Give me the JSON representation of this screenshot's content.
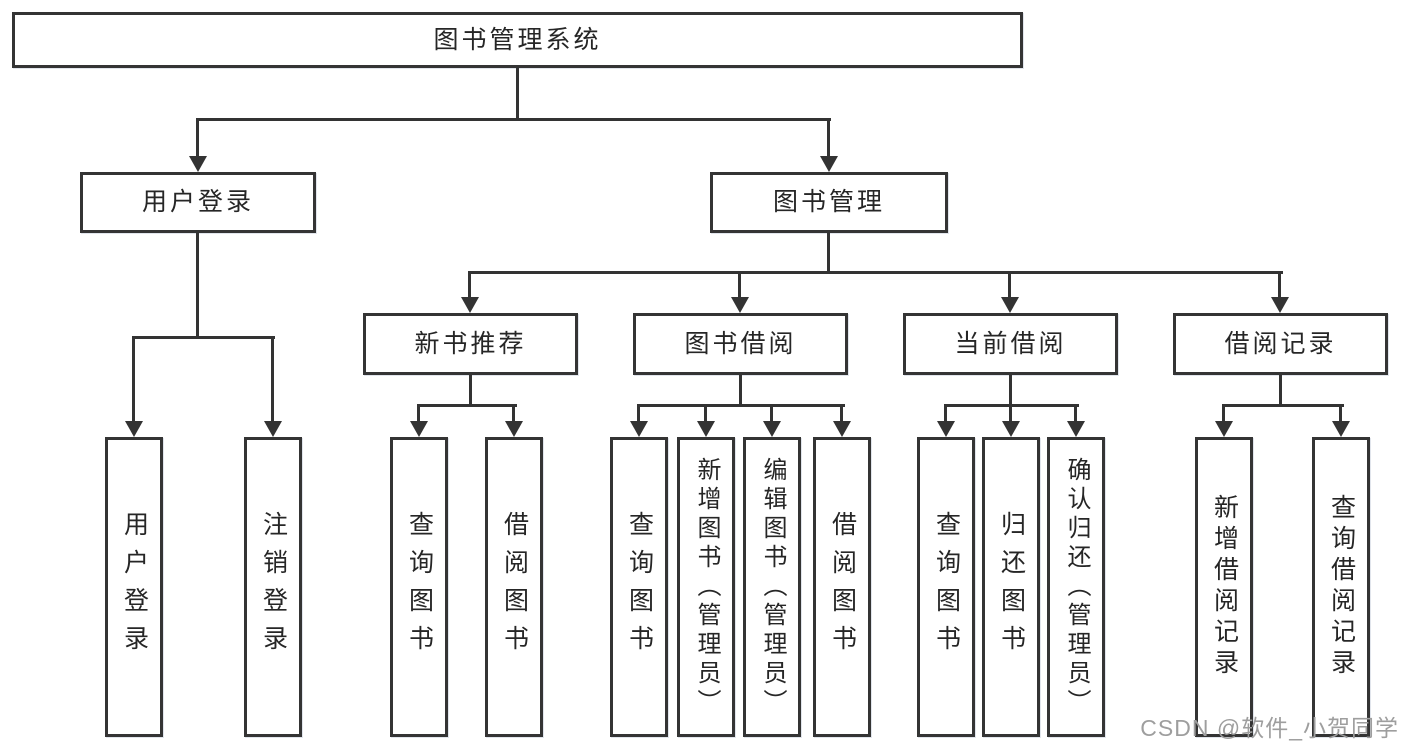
{
  "tree": {
    "root": {
      "label": "图书管理系统",
      "children": [
        {
          "label": "用户登录",
          "children": [
            {
              "label": "用户登录"
            },
            {
              "label": "注销登录"
            }
          ]
        },
        {
          "label": "图书管理",
          "children": [
            {
              "label": "新书推荐",
              "children": [
                {
                  "label": "查询图书"
                },
                {
                  "label": "借阅图书"
                }
              ]
            },
            {
              "label": "图书借阅",
              "children": [
                {
                  "label": "查询图书"
                },
                {
                  "label": "新增图书（管理员）"
                },
                {
                  "label": "编辑图书（管理员）"
                },
                {
                  "label": "借阅图书"
                }
              ]
            },
            {
              "label": "当前借阅",
              "children": [
                {
                  "label": "查询图书"
                },
                {
                  "label": "归还图书"
                },
                {
                  "label": "确认归还（管理员）"
                }
              ]
            },
            {
              "label": "借阅记录",
              "children": [
                {
                  "label": "新增借阅记录"
                },
                {
                  "label": "查询借阅记录"
                }
              ]
            }
          ]
        }
      ]
    }
  },
  "watermark": {
    "text": "CSDN @软件_小贺同学",
    "color": "#9e9e9e"
  },
  "colors": {
    "line": "#333333",
    "border": "#343434",
    "text": "#262626",
    "background": "#ffffff"
  }
}
